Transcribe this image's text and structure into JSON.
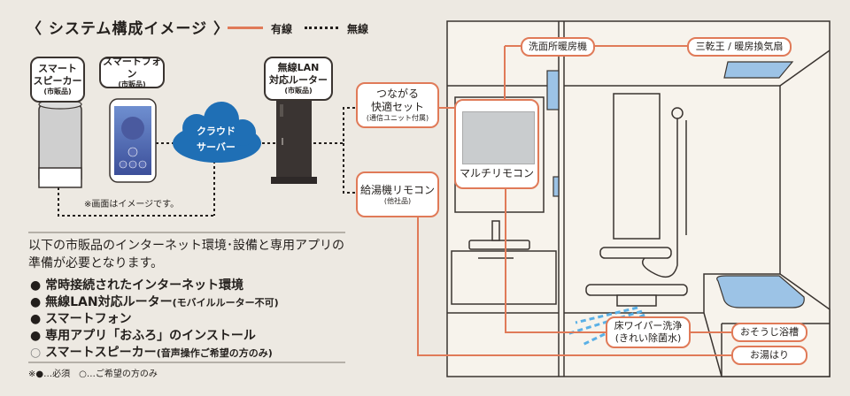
{
  "header": {
    "title": "〈 システム構成イメージ 〉",
    "legend": [
      {
        "style": "solid",
        "label": "有線",
        "color": "#e07a58"
      },
      {
        "style": "dotted",
        "label": "無線",
        "color": "#231f1c"
      }
    ]
  },
  "devices": {
    "smart_speaker": {
      "name_line1": "スマート",
      "name_line2": "スピーカー",
      "note": "(市販品)"
    },
    "smartphone": {
      "name": "スマートフォン",
      "note": "(市販品)"
    },
    "cloud": {
      "line1": "クラウド",
      "line2": "サーバー"
    },
    "router": {
      "line1": "無線LAN",
      "line2": "対応ルーター",
      "note": "(市販品)"
    },
    "screen_note": "※画面はイメージです。"
  },
  "bathroom_labels": {
    "tsunagaru": {
      "line1": "つながる",
      "line2": "快適セット",
      "note": "(通信ユニット付属)"
    },
    "kyutoki": {
      "line1": "給湯機リモコン",
      "note": "(他社品)"
    },
    "multi_remote": "マルチリモコン",
    "senmenjo": "洗面所暖房機",
    "sankanou": "三乾王 / 暖房換気扇",
    "yuka_wiper": {
      "line1": "床ワイパー洗浄",
      "line2": "(きれい除菌水)"
    },
    "osouji": "おそうじ浴槽",
    "oyuhari": "お湯はり"
  },
  "requirements": {
    "intro": "以下の市販品のインターネット環境･設備と専用アプリの準備が必要となります。",
    "items": [
      {
        "marker": "●",
        "text": "常時接続されたインターネット環境",
        "sub": ""
      },
      {
        "marker": "●",
        "text": "無線LAN対応ルーター",
        "sub": "(モバイルルーター不可)"
      },
      {
        "marker": "●",
        "text": "スマートフォン",
        "sub": ""
      },
      {
        "marker": "●",
        "text": "専用アプリ「おふろ」のインストール",
        "sub": ""
      },
      {
        "marker": "○",
        "text": "スマートスピーカー",
        "sub": "(音声操作ご希望の方のみ)"
      }
    ],
    "footnote": "※●…必須　○…ご希望の方のみ"
  },
  "colors": {
    "wired": "#e07a58",
    "cloud": "#1f6fb5",
    "water": "#9cc3e6",
    "background": "#ede9e2"
  }
}
